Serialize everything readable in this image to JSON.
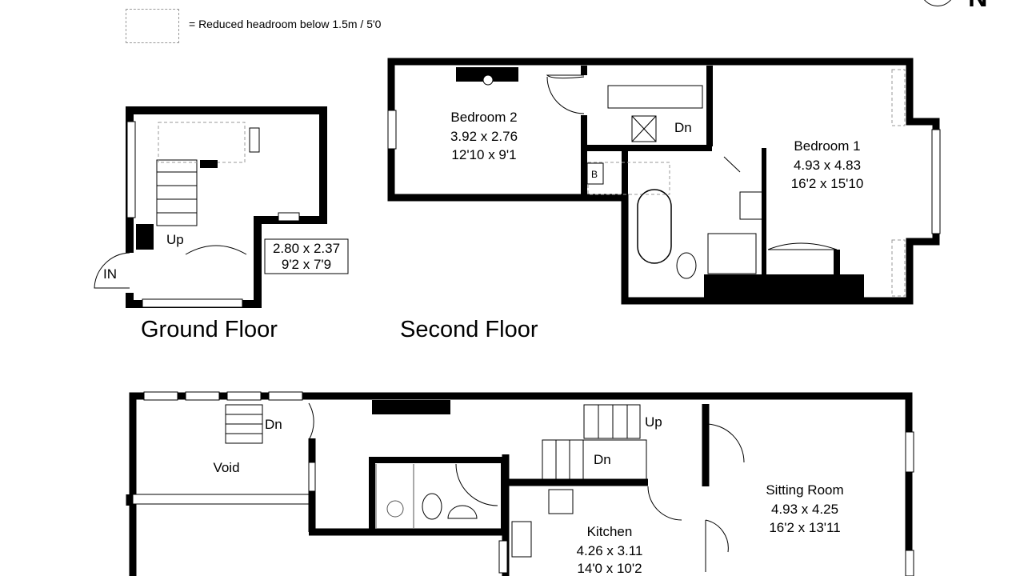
{
  "legend": {
    "text": "= Reduced headroom below 1.5m / 5'0"
  },
  "compass": {
    "letter": "N"
  },
  "floors": {
    "ground": {
      "title": "Ground Floor"
    },
    "second": {
      "title": "Second Floor"
    }
  },
  "rooms": {
    "ground_room": {
      "line1": "2.80 x 2.37",
      "line2": "9'2 x 7'9"
    },
    "bedroom2": {
      "name": "Bedroom 2",
      "metric": "3.92 x 2.76",
      "imperial": "12'10 x 9'1"
    },
    "bedroom1": {
      "name": "Bedroom 1",
      "metric": "4.93 x 4.83",
      "imperial": "16'2 x 15'10"
    },
    "void": {
      "name": "Void"
    },
    "sitting_room": {
      "name": "Sitting Room",
      "metric": "4.93 x 4.25",
      "imperial": "16'2 x 13'11"
    },
    "kitchen": {
      "name": "Kitchen",
      "metric": "4.26 x 3.11",
      "imperial": "14'0 x 10'2"
    }
  },
  "labels": {
    "up": "Up",
    "dn": "Dn",
    "in": "IN",
    "boiler": "B"
  },
  "colors": {
    "wall": "#000000",
    "dashed": "#999999",
    "fixture": "#555555"
  }
}
